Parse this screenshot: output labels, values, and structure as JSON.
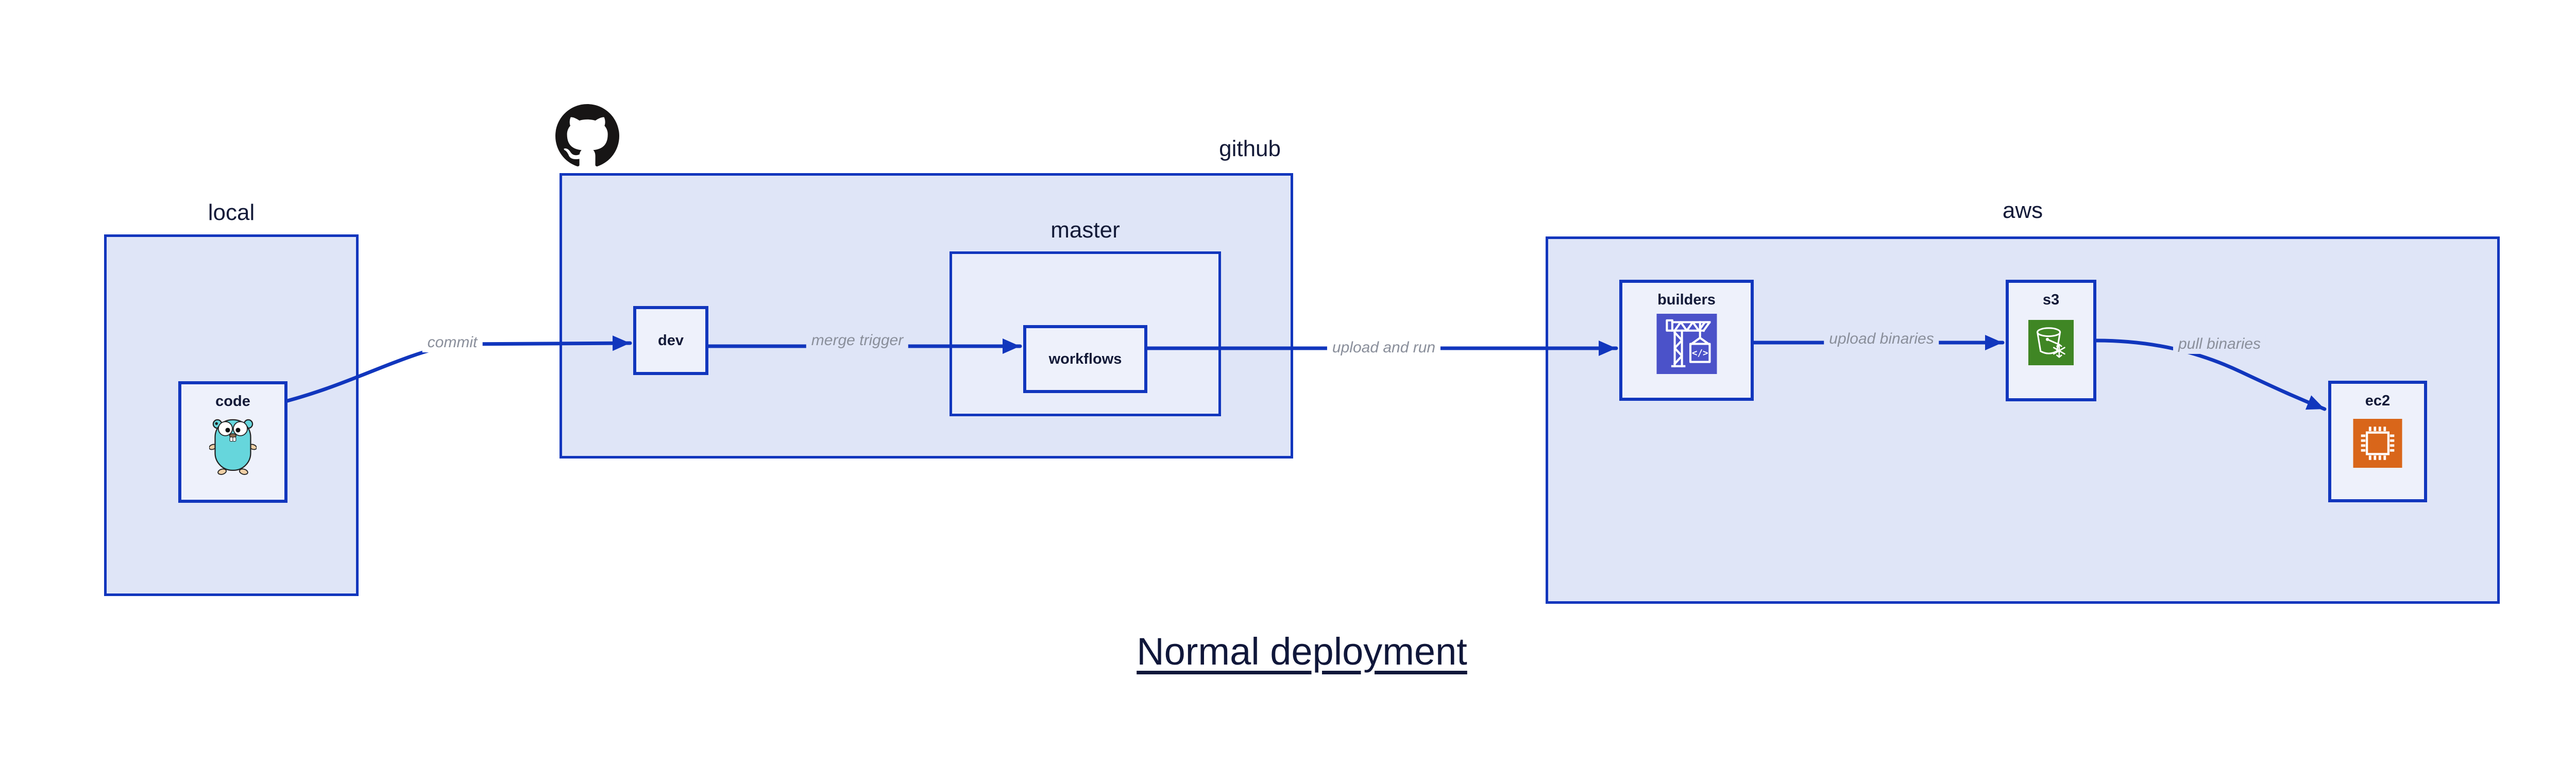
{
  "diagram": {
    "title": "Normal deployment",
    "containers": [
      {
        "id": "local",
        "label": "local"
      },
      {
        "id": "github",
        "label": "github",
        "logo_icon": "github-octocat-icon"
      },
      {
        "id": "master",
        "label": "master",
        "parent": "github"
      },
      {
        "id": "aws",
        "label": "aws"
      }
    ],
    "nodes": [
      {
        "id": "code",
        "label": "code",
        "container": "local",
        "icon": "go-gopher-icon"
      },
      {
        "id": "dev",
        "label": "dev",
        "container": "github"
      },
      {
        "id": "workflows",
        "label": "workflows",
        "container": "master"
      },
      {
        "id": "builders",
        "label": "builders",
        "container": "aws",
        "icon": "codebuild-crane-icon"
      },
      {
        "id": "s3",
        "label": "s3",
        "container": "aws",
        "icon": "s3-glacier-bucket-icon"
      },
      {
        "id": "ec2",
        "label": "ec2",
        "container": "aws",
        "icon": "ec2-chip-icon"
      }
    ],
    "edges": [
      {
        "from": "code",
        "to": "dev",
        "label": "commit"
      },
      {
        "from": "dev",
        "to": "workflows",
        "label": "merge trigger"
      },
      {
        "from": "workflows",
        "to": "builders",
        "label": "upload and run"
      },
      {
        "from": "builders",
        "to": "s3",
        "label": "upload binaries"
      },
      {
        "from": "s3",
        "to": "ec2",
        "label": "pull binaries"
      }
    ],
    "colors": {
      "border_blue": "#1136bd",
      "arrow_blue": "#1136bd",
      "container_fill": "#dfe5f7",
      "nested_container_fill": "#e9edfa",
      "node_fill": "#eef1fb",
      "label_navy": "#131a38",
      "edge_label_gray": "#8a8f9b",
      "codebuild_purple": "#4b52c9",
      "s3_green": "#3f8624",
      "ec2_orange": "#d9661a",
      "github_black": "#171515",
      "gopher_teal": "#66d6dc"
    }
  }
}
